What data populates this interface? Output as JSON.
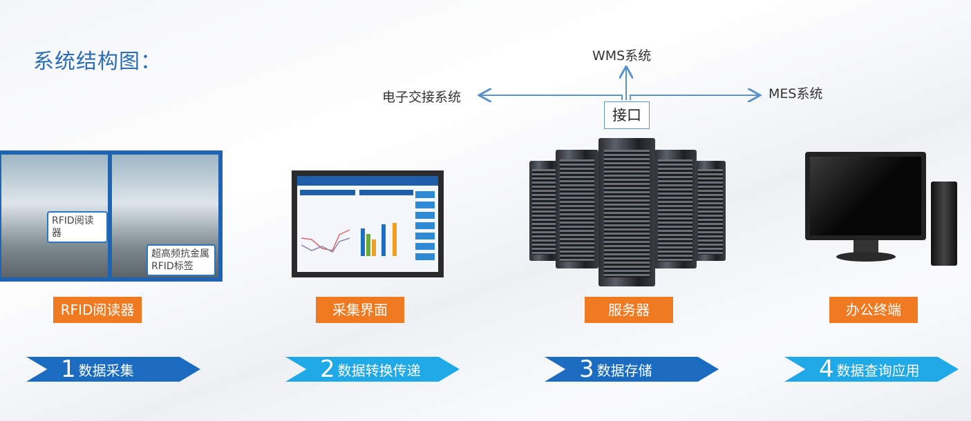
{
  "title": "系统结构图：",
  "interface": {
    "label": "接口",
    "targets": [
      "WMS系统",
      "电子交接系统",
      "MES系统"
    ]
  },
  "photo_callouts": [
    "RFID阅读器",
    "超高频抗金属RFID标签"
  ],
  "components": [
    {
      "label": "RFID阅读器"
    },
    {
      "label": "采集界面"
    },
    {
      "label": "服务器"
    },
    {
      "label": "办公终端"
    }
  ],
  "steps": [
    {
      "number": "1",
      "label": "数据采集",
      "color": "#1b6cc1"
    },
    {
      "number": "2",
      "label": "数据转换传递",
      "color": "#1fa9e6"
    },
    {
      "number": "3",
      "label": "数据存储",
      "color": "#1b6cc1"
    },
    {
      "number": "4",
      "label": "数据查询应用",
      "color": "#1fa9e6"
    }
  ],
  "colors": {
    "title": "#2a6db5",
    "label_bg": "#f07a22",
    "arrow_line": "#5b93c9"
  }
}
